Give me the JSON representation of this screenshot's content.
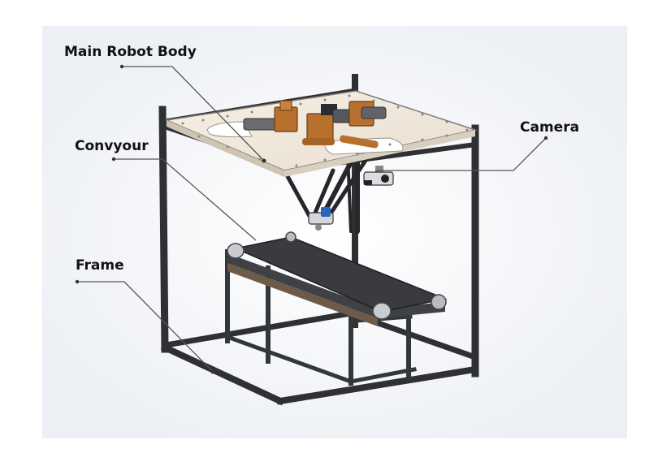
{
  "labels": {
    "main_robot_body": "Main Robot Body",
    "camera": "Camera",
    "conveyor": "Convyour",
    "frame": "Frame"
  },
  "colors": {
    "frame_aluminum": "#2e3033",
    "top_plate": "#f1e9dd",
    "belt": "#3a3b3e",
    "motor_bracket": "#b8702f",
    "delta_arm": "#25272a",
    "leader_line": "#555555"
  }
}
